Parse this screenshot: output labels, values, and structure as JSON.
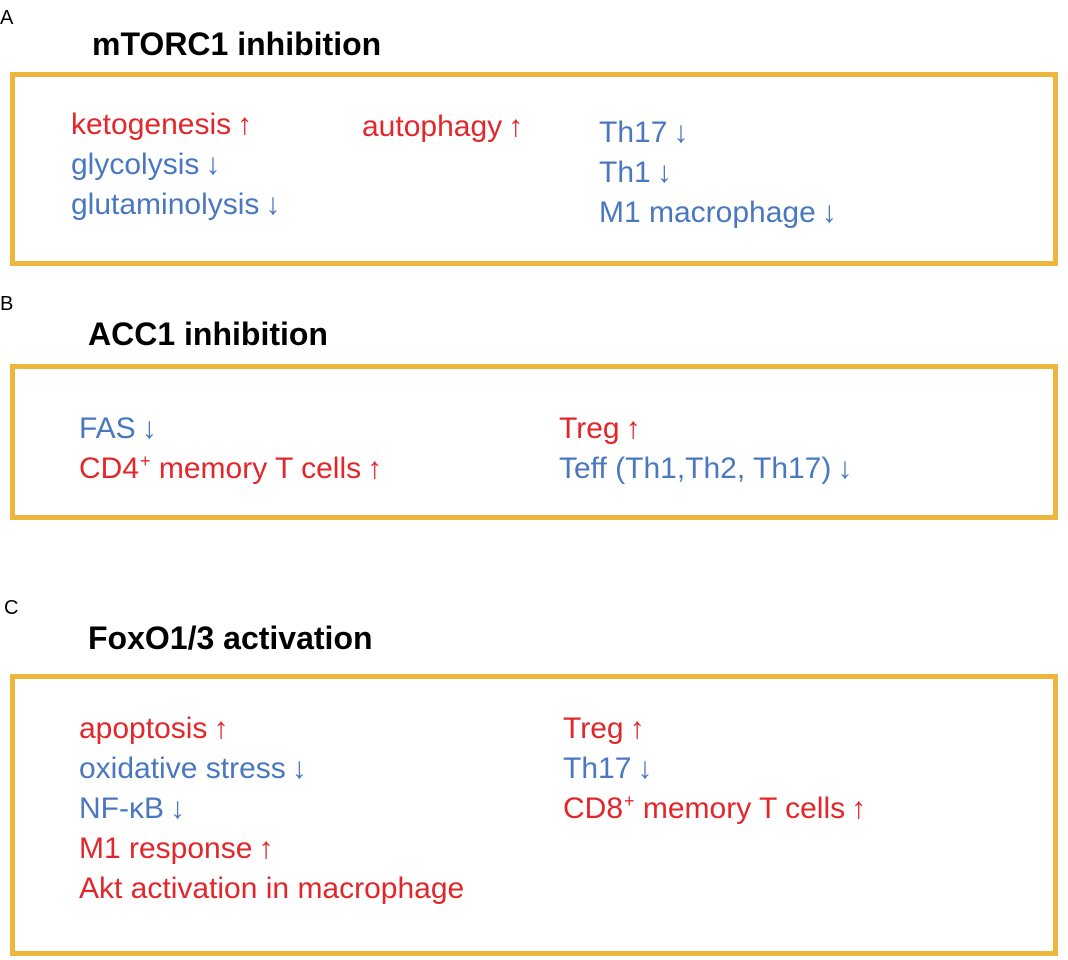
{
  "panels": [
    {
      "letter": "A",
      "title": "mTORC1 inhibition",
      "columns": [
        [
          {
            "text": "ketogenesis",
            "arrow": "↑",
            "color": "red"
          },
          {
            "text": "glycolysis",
            "arrow": "↓",
            "color": "blue"
          },
          {
            "text": "glutaminolysis",
            "arrow": "↓",
            "color": "blue"
          }
        ],
        [
          {
            "text": "autophagy",
            "arrow": "↑",
            "color": "red"
          }
        ],
        [
          {
            "text": "Th17",
            "arrow": "↓",
            "color": "blue"
          },
          {
            "text": "Th1",
            "arrow": "↓",
            "color": "blue"
          },
          {
            "text": "M1 macrophage",
            "arrow": "↓",
            "color": "blue"
          }
        ]
      ]
    },
    {
      "letter": "B",
      "title": "ACC1 inhibition",
      "columns": [
        [
          {
            "text": "FAS",
            "arrow": "↓",
            "color": "blue"
          },
          {
            "text": "CD4",
            "sup": "+",
            "text_after": " memory T cells",
            "arrow": "↑",
            "color": "red"
          }
        ],
        [
          {
            "text": "Treg",
            "arrow": "↑",
            "color": "red"
          },
          {
            "text": "Teff (Th1,Th2, Th17)",
            "arrow": "↓",
            "color": "blue"
          }
        ]
      ]
    },
    {
      "letter": "C",
      "title": "FoxO1/3 activation",
      "columns": [
        [
          {
            "text": "apoptosis",
            "arrow": "↑",
            "color": "red"
          },
          {
            "text": "oxidative stress",
            "arrow": "↓",
            "color": "blue"
          },
          {
            "text": "NF-κB",
            "arrow": "↓",
            "color": "blue"
          },
          {
            "text": "M1 response",
            "arrow": "↑",
            "color": "red"
          },
          {
            "text": "Akt activation in macrophage",
            "arrow": "",
            "color": "red"
          }
        ],
        [
          {
            "text": "Treg",
            "arrow": "↑",
            "color": "red"
          },
          {
            "text": "Th17",
            "arrow": "↓",
            "color": "blue"
          },
          {
            "text": "CD8",
            "sup": "+",
            "text_after": " memory T cells",
            "arrow": "↑",
            "color": "red"
          }
        ]
      ]
    }
  ],
  "colors": {
    "box_border": "#ECB73C",
    "up": "#E3262A",
    "down": "#4A78C0"
  }
}
